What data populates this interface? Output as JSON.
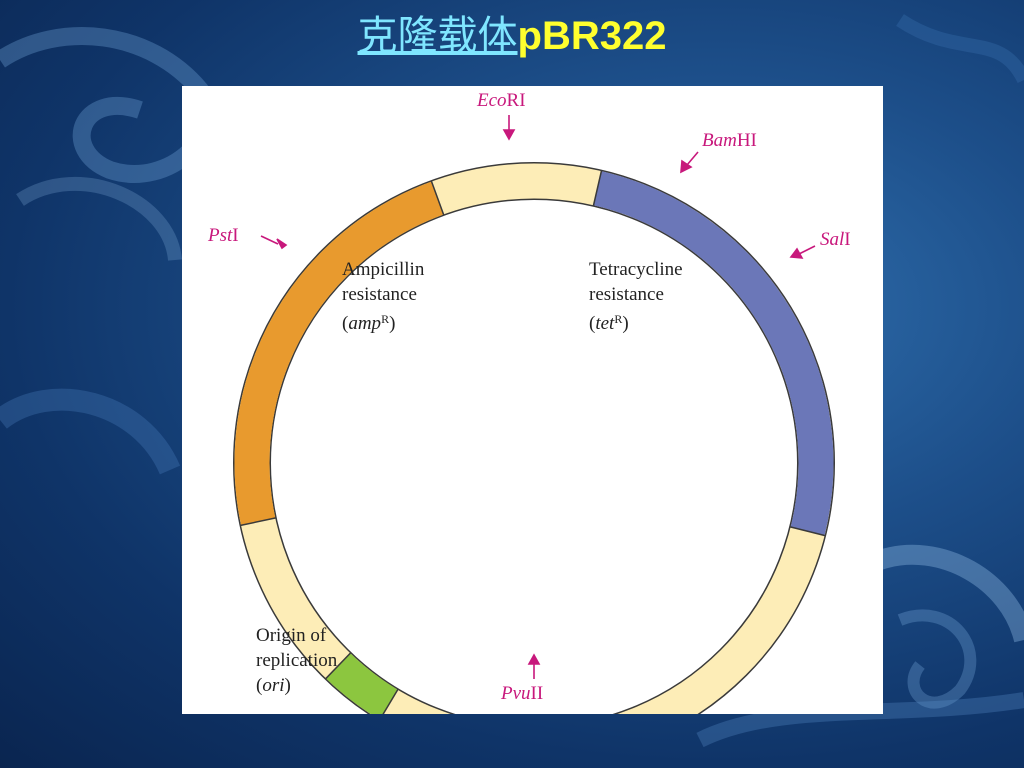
{
  "slide": {
    "title_link": "克隆载体",
    "title_plasmid": "pBR322"
  },
  "plasmid_map": {
    "sites": [
      {
        "id": "ecori",
        "italic": "Eco",
        "roman": "RI"
      },
      {
        "id": "bamhi",
        "italic": "Bam",
        "roman": "HI"
      },
      {
        "id": "sali",
        "italic": "Sal",
        "roman": "I"
      },
      {
        "id": "psti",
        "italic": "Pst",
        "roman": "I"
      },
      {
        "id": "pvuii",
        "italic": "Pvu",
        "roman": "II"
      }
    ],
    "regions": [
      {
        "id": "amp",
        "line1": "Ampicillin",
        "line2": "resistance",
        "gene_italic": "amp",
        "gene_sup": "R",
        "color": "#e89a2e"
      },
      {
        "id": "tet",
        "line1": "Tetracycline",
        "line2": "resistance",
        "gene_italic": "tet",
        "gene_sup": "R",
        "color": "#6b77b8"
      },
      {
        "id": "ori",
        "line1": "Origin of",
        "line2": "replication",
        "gene_italic": "ori",
        "gene_sup": "",
        "color": "#8cc63f"
      }
    ],
    "ring_color": "#fdedb7"
  },
  "colors": {
    "site_arrow": "#c8187c",
    "title_link": "#7fe6ff",
    "title_plasmid": "#ffff2e"
  }
}
